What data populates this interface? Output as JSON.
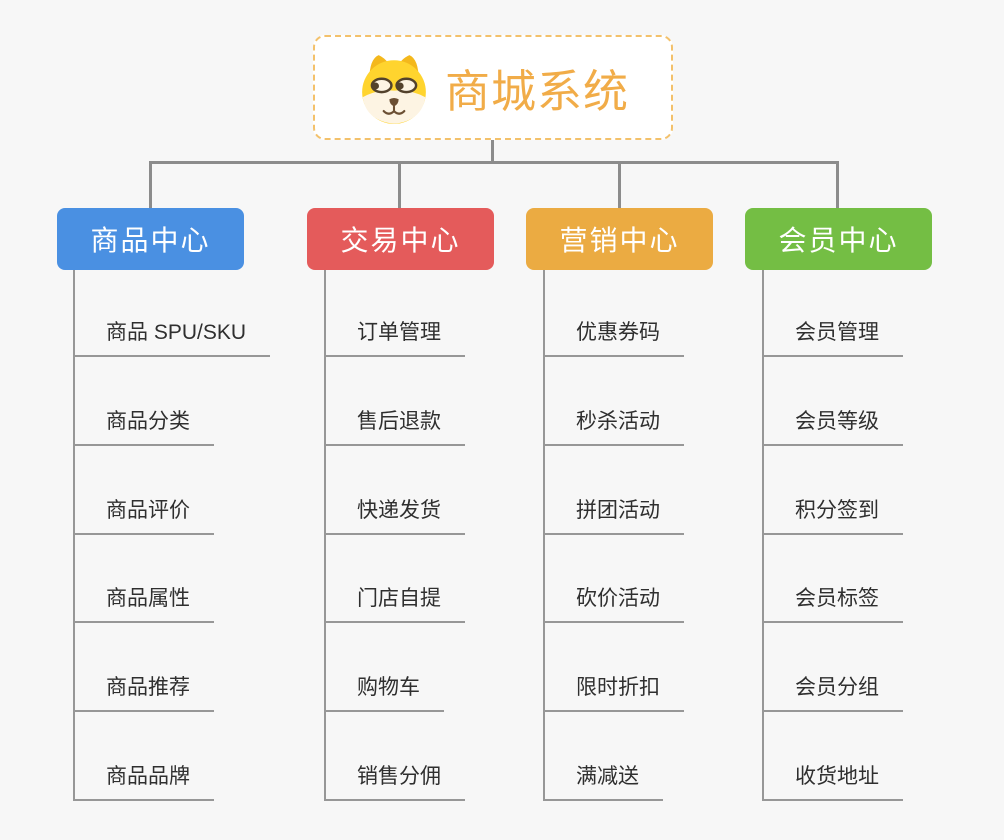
{
  "app": {
    "background_color": "#f7f7f7",
    "connector_color": "#8c8c8c",
    "leaf_line_color": "#979797",
    "leaf_text_color": "#2f2f2f"
  },
  "root": {
    "label": "商城系统",
    "icon": "dog-face-icon",
    "text_color": "#f1ac48",
    "border_color": "#f3c16b",
    "background_color": "#ffffff"
  },
  "columns": [
    {
      "label": "商品中心",
      "color": "#4a90e2",
      "items": [
        "商品 SPU/SKU",
        "商品分类",
        "商品评价",
        "商品属性",
        "商品推荐",
        "商品品牌"
      ]
    },
    {
      "label": "交易中心",
      "color": "#e45b5b",
      "items": [
        "订单管理",
        "售后退款",
        "快递发货",
        "门店自提",
        "购物车",
        "销售分佣"
      ]
    },
    {
      "label": "营销中心",
      "color": "#ebab42",
      "items": [
        "优惠券码",
        "秒杀活动",
        "拼团活动",
        "砍价活动",
        "限时折扣",
        "满减送"
      ]
    },
    {
      "label": "会员中心",
      "color": "#74be44",
      "items": [
        "会员管理",
        "会员等级",
        "积分签到",
        "会员标签",
        "会员分组",
        "收货地址"
      ]
    }
  ]
}
